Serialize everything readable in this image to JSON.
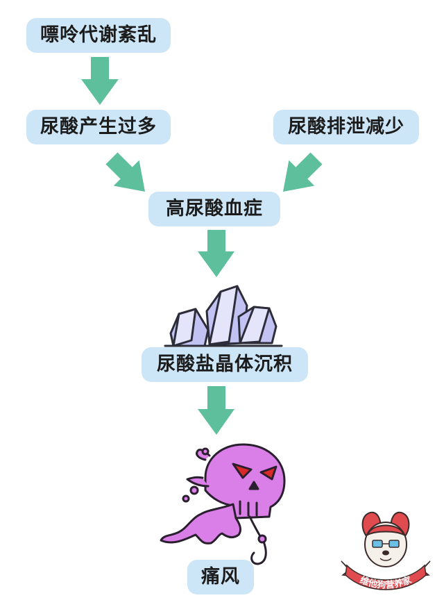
{
  "nodes": {
    "purine_metabolism_disorder": "嘌呤代谢紊乱",
    "uric_acid_overproduction": "尿酸产生过多",
    "uric_acid_excretion_reduced": "尿酸排泄减少",
    "hyperuricemia": "高尿酸血症",
    "urate_crystal_deposition": "尿酸盐晶体沉积",
    "gout": "痛风"
  },
  "logo": {
    "text": "维他狗营养家"
  },
  "colors": {
    "node_bg": "#cde6f7",
    "arrow": "#5dbf9c",
    "crystal": "#c2c3f2",
    "skull": "#da7ee8",
    "ribbon": "#e04b50"
  }
}
